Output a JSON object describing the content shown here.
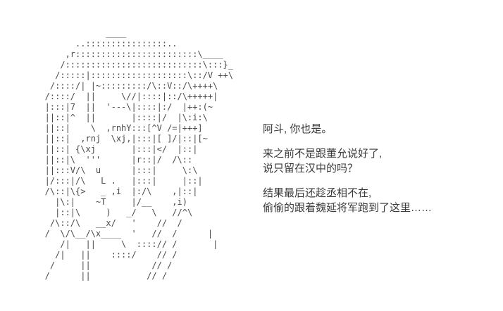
{
  "scene": {
    "background_color": "#ffffff",
    "art_color": "#4a4a4a",
    "text_color": "#3a3a3a"
  },
  "ascii_art": {
    "lines": [
      "               ____",
      "         ..::::::::::::::::..",
      "       ,r::::::::::::::::::::::::\\____",
      "      /:::::::::::::::::::::::::::\\:::}_",
      "     /:::::|:::::::::::::::::::\\::/V ++\\",
      "    /::::/| |~:::::::::/\\::V::/\\++++\\",
      "   /::::/  ||     \\//|::::|::/\\+++++|",
      "   |:::|7  ||  '---\\|::::|:/  |++:(~",
      "   ||::|^  ||       |::::|/  |\\:i:\\",
      "   ||::|    \\  ,rnhY:::[^V /=|+++]",
      "   ||::|  ,rnj  \\xj,|:::|[ ]/|::|[~",
      "   ||::| {\\xj       |:::|</  |::|",
      "   ||::|\\  '''      |r::|/  /\\::",
      "   ||:::V/\\  u      |:::|     \\:\\",
      "   |/:::|/\\   L .   |:::|     |::|",
      "   /\\::|\\{>   _ ,i  |:/\\    ,|::|",
      "     |\\:|    ~T     |/__    ,i)",
      "     |::|\\     )   _/   \\   //^\\",
      "    /\\::/\\   __x/   '    //  /",
      "   /  \\/\\__/\\x____  '   //  /      |",
      "      /|   ||     \\  ::::// /       |",
      "     /|   ||    ::::/    // /",
      "    /     ||            // /",
      "   /      ||           // /"
    ]
  },
  "dialogue": {
    "paragraphs": [
      {
        "lines": [
          "阿斗, 你也是。"
        ]
      },
      {
        "lines": [
          "来之前不是跟董允说好了,",
          "说只留在汉中的吗？"
        ]
      },
      {
        "lines": [
          "结果最后还趁丞相不在,",
          "偷偷的跟着魏延将军跑到了这里……"
        ]
      }
    ]
  }
}
